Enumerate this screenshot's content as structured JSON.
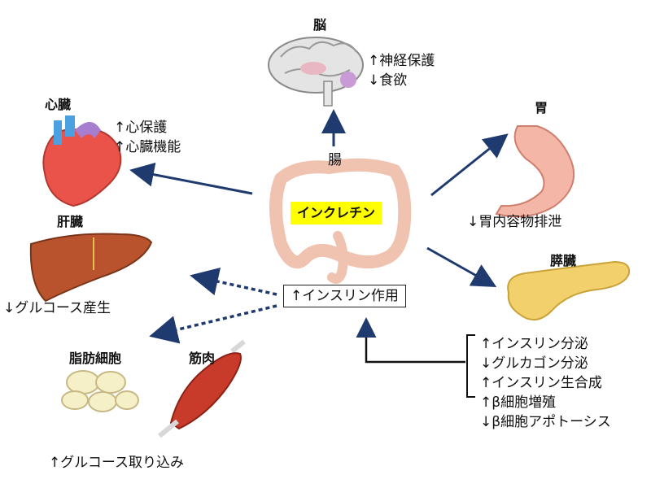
{
  "center": {
    "gut_label": "腸",
    "incretin_label": "インクレチン",
    "insulin_action_box": "↑インスリン作用"
  },
  "brain": {
    "title": "脳",
    "effects": [
      "↑神経保護",
      "↓食欲"
    ]
  },
  "heart": {
    "title": "心臓",
    "effects": [
      "↑心保護",
      "↑心臓機能"
    ]
  },
  "liver": {
    "title": "肝臓",
    "effects": [
      "↓グルコース産生"
    ]
  },
  "adipose": {
    "title": "脂肪細胞"
  },
  "muscle": {
    "title": "筋肉"
  },
  "uptake": {
    "effect": "↑グルコース取り込み"
  },
  "stomach": {
    "title": "胃",
    "effects": [
      "↓胃内容物排泄"
    ]
  },
  "pancreas": {
    "title": "膵臓",
    "effects": [
      "↑インスリン分泌",
      "↓グルカゴン分泌",
      "↑インスリン生合成",
      "↑β細胞増殖",
      "↓β細胞アポトーシス"
    ]
  },
  "colors": {
    "arrow": "#1f3a6e",
    "highlight": "#ffff00",
    "heart": "#e9534a",
    "liver": "#b8532e",
    "pancreas": "#f2d06b",
    "stomach": "#f4b6a6",
    "muscle": "#c83a2a",
    "gut": "#f0c2b0"
  }
}
